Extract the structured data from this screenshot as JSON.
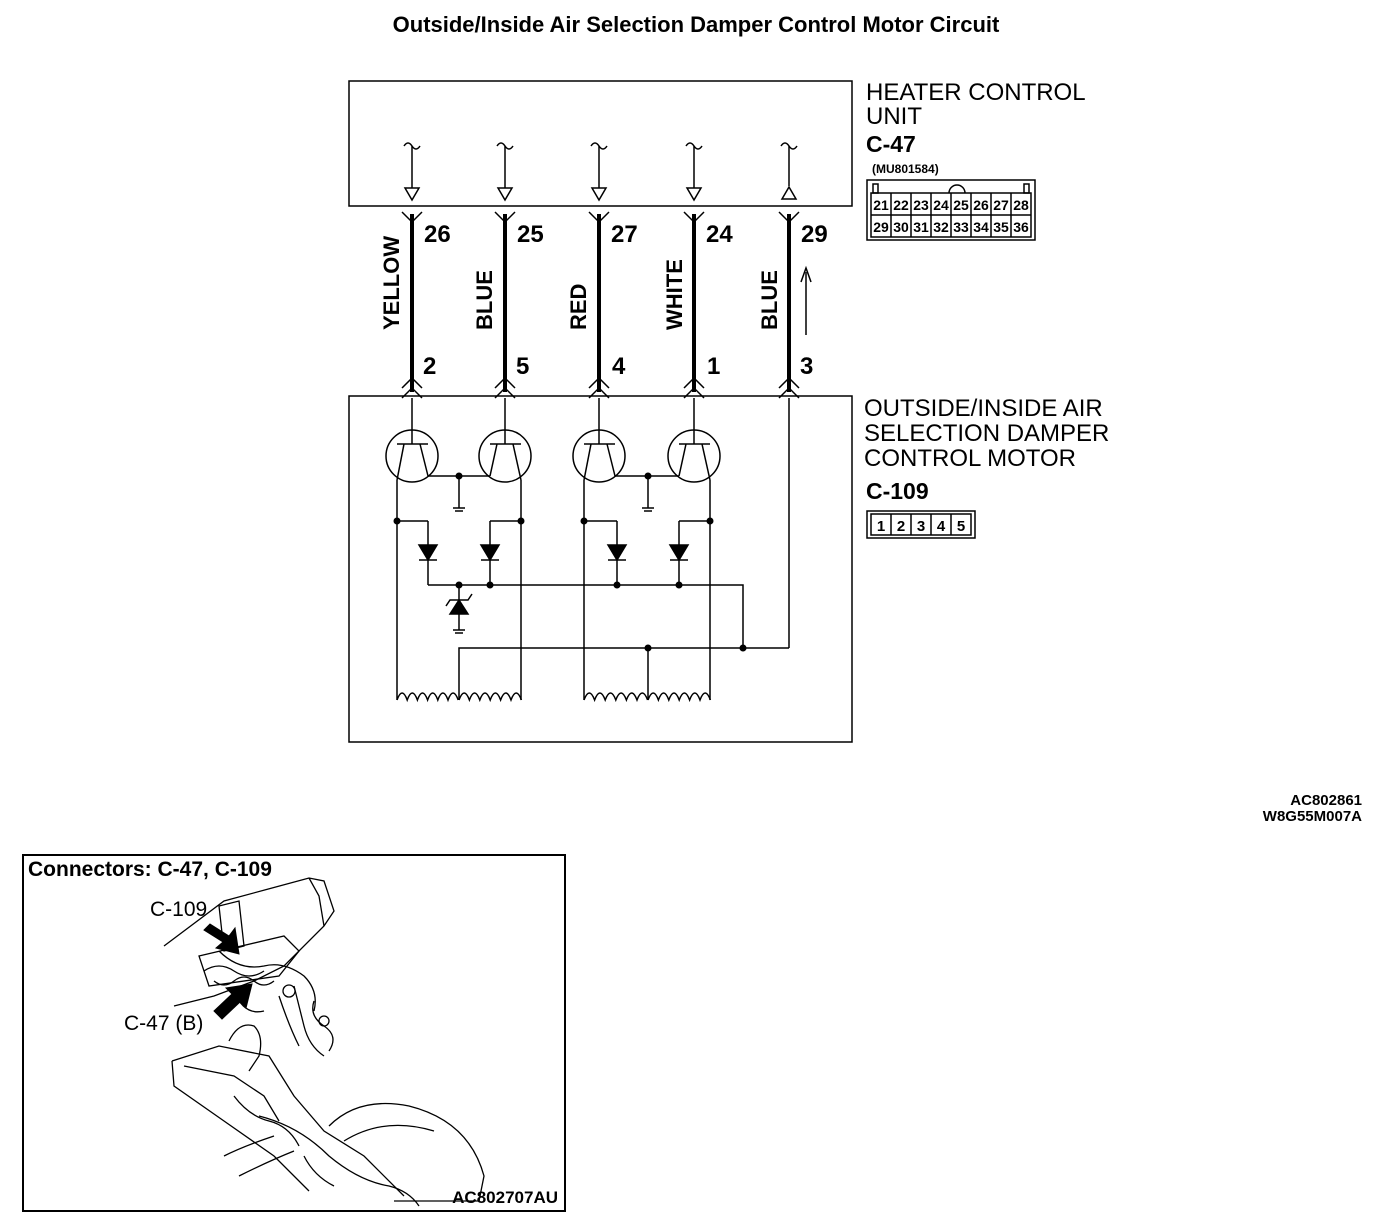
{
  "title": "Outside/Inside Air Selection Damper Control Motor Circuit",
  "heater_unit": {
    "name_line1": "HEATER CONTROL",
    "name_line2": "UNIT",
    "connector": "C-47",
    "part_no": "(MU801584)",
    "pins_row1": [
      "21",
      "22",
      "23",
      "24",
      "25",
      "26",
      "27",
      "28"
    ],
    "pins_row2": [
      "29",
      "30",
      "31",
      "32",
      "33",
      "34",
      "35",
      "36"
    ]
  },
  "motor": {
    "name_line1": "OUTSIDE/INSIDE AIR",
    "name_line2": "SELECTION DAMPER",
    "name_line3": "CONTROL MOTOR",
    "connector": "C-109",
    "pins": [
      "1",
      "2",
      "3",
      "4",
      "5"
    ]
  },
  "wires": [
    {
      "color": "YELLOW",
      "top_pin": "26",
      "bottom_pin": "2"
    },
    {
      "color": "BLUE",
      "top_pin": "25",
      "bottom_pin": "5"
    },
    {
      "color": "RED",
      "top_pin": "27",
      "bottom_pin": "4"
    },
    {
      "color": "WHITE",
      "top_pin": "24",
      "bottom_pin": "1"
    },
    {
      "color": "BLUE",
      "top_pin": "29",
      "bottom_pin": "3"
    }
  ],
  "ref_codes": {
    "line1": "AC802861",
    "line2": "W8G55M007A"
  },
  "inset": {
    "title": "Connectors: C-47, C-109",
    "label_c109": "C-109",
    "label_c47": "C-47 (B)",
    "ref": "AC802707AU"
  }
}
